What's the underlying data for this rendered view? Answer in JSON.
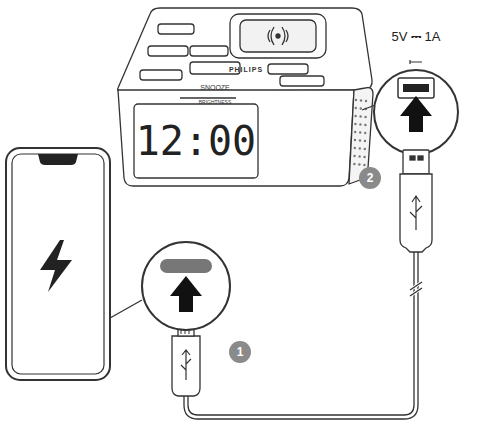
{
  "diagram": {
    "labels": [
      "PHILIPS",
      "SNOOZE",
      "BRIGHTNESS",
      "12:00",
      "5V ⎓ 1A",
      "2",
      "1"
    ]
  }
}
